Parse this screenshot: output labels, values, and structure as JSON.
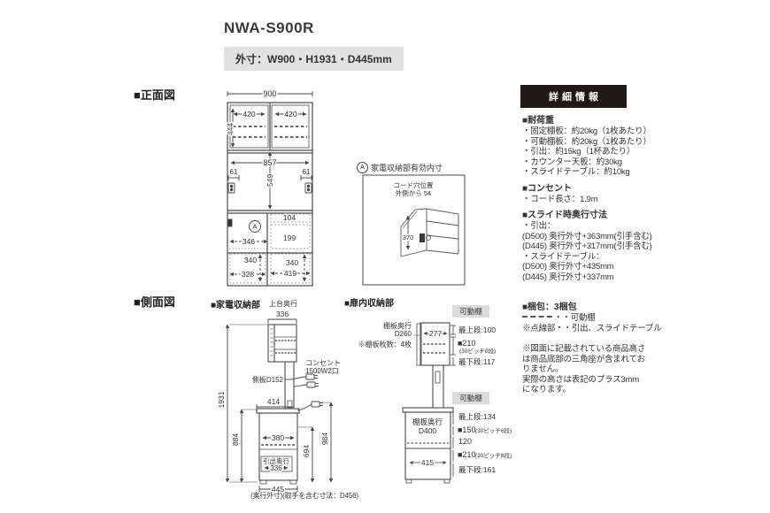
{
  "header": {
    "title": "NWA-S900R",
    "outer_dims": "外寸：W900・H1931・D445mm"
  },
  "section_labels": {
    "front": "■正面図",
    "side": "■側面図",
    "appliance": "■家電収納部",
    "door": "■扉内収納部"
  },
  "front_view": {
    "total_width": "900",
    "door_left": "420",
    "door_right": "420",
    "top_height": "444",
    "inner_width": "857",
    "inner_height": "549",
    "side_left": "61",
    "side_right": "61",
    "label_a": "A",
    "open_width": "346",
    "h_104": "104",
    "h_199": "199",
    "h_340_left": "340",
    "w_328": "328",
    "h_340_right": "340",
    "w_419": "419"
  },
  "inset": {
    "badge": "A",
    "title": "家電収納部有効内寸",
    "cord_line1": "コード穴位置",
    "cord_line2": "外側から 54",
    "depth": "370"
  },
  "details": {
    "header": "詳細情報",
    "load_title": "■耐荷重",
    "load_items": [
      "・固定棚板：約20kg（1枚あたり）",
      "・可動棚板：約20kg（1枚あたり）",
      "・引出：約15kg（1杯あたり）",
      "・カウンター天板：約30kg",
      "・スライドテーブル：約10kg"
    ],
    "outlet_title": "■コンセント",
    "outlet_items": [
      "・コード長さ：1.9m"
    ],
    "slide_title": "■スライド時奥行寸法",
    "slide_items": [
      "・引出：",
      "(D500) 奥行外寸+363mm(引手含む)",
      "(D445) 奥行外寸+317mm(引手含む)",
      "・スライドテーブル：",
      "(D500) 奥行外寸+435mm",
      "(D445) 奥行外寸+337mm"
    ],
    "packing_title": "■梱包：3梱包",
    "legend_dashed": "・・可動棚",
    "legend_dotted": "※点線部・・引出、スライドテーブル",
    "note_lines": [
      "※図面に記載されている商品高さ",
      "は商品底部の三角座が含まれてお",
      "りません。",
      "実際の高さは表記のプラス3mm",
      "になります。"
    ]
  },
  "side_view": {
    "top_depth_label": "上台奥行",
    "top_depth": "336",
    "side_panel": "側板D152",
    "outlet_line1": "コンセント",
    "outlet_line2": "1500W2口",
    "gap_height": "414",
    "total_height": "1931",
    "counter_height": "884",
    "inner_width": "380",
    "slide_height": "694",
    "back_height": "984",
    "drawer_label": "引出奥行",
    "drawer_depth": "336",
    "bottom_depth": "445",
    "footnote": "(奥行外寸)(取手を含む寸法：D456)"
  },
  "door_storage": {
    "upper": {
      "badge": "可動棚",
      "depth_label": "棚板奥行",
      "depth": "D260",
      "count": "※棚板枚数：4枚",
      "width": "277",
      "top": "最上段:100",
      "pitch": "■210",
      "pitch_sub": "(30ピッチ8段)",
      "bottom": "最下段:117"
    },
    "lower": {
      "badge": "可動棚",
      "depth_label": "棚板奥行",
      "depth": "D400",
      "width": "415",
      "top": "最上段:134",
      "p150": "■150",
      "p150_sub": "(30ピッチ6段)",
      "mid": "120",
      "p210": "■210",
      "p210_sub": "(30ピッチ8段)",
      "bottom": "最下段:161"
    }
  }
}
